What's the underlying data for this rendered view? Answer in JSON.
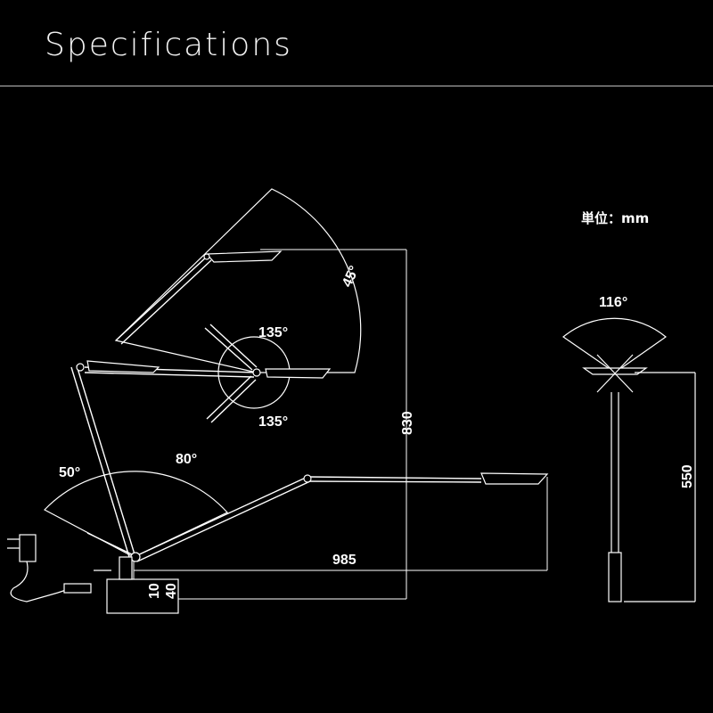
{
  "header": {
    "title": "Specifications"
  },
  "diagram": {
    "unit_label": "単位：mm",
    "angles": {
      "head_tilt": "45°",
      "joint_upper": "135°",
      "joint_lower": "135°",
      "base_back": "50°",
      "base_forward": "80°",
      "head_spread": "116°"
    },
    "dimensions": {
      "height": "830",
      "reach": "985",
      "base_10": "10",
      "base_40": "40",
      "clamp_height": "550"
    }
  }
}
